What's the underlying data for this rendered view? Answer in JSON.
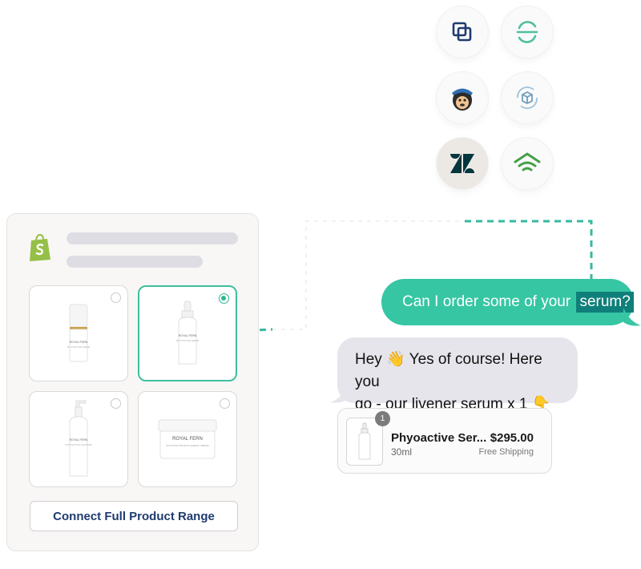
{
  "integrations": [
    {
      "name": "layers-icon",
      "color": "#1f3b6f"
    },
    {
      "name": "segment-icon",
      "color": "#4fbf9f"
    },
    {
      "name": "mailchimp-icon",
      "color": "#1f2937"
    },
    {
      "name": "package-sync-icon",
      "color": "#7aa9c6"
    },
    {
      "name": "zendesk-icon",
      "color": "#03363d"
    },
    {
      "name": "wifi-arrow-icon",
      "color": "#43a047"
    }
  ],
  "products": [
    {
      "brand": "ROYAL FERN",
      "sub": "PHYTOACTIVE CREAM",
      "selected": false
    },
    {
      "brand": "ROYAL FERN",
      "sub": "PHYTOACTIVE SERUM",
      "selected": true
    },
    {
      "brand": "ROYAL FERN",
      "sub": "PHYTOACTIVE CLEANSER",
      "selected": false
    },
    {
      "brand": "ROYAL FERN",
      "sub": "PHYTOACTIVE ANTI-AGEING CREAM",
      "selected": false
    }
  ],
  "connect_button": "Connect Full Product Range",
  "chat": {
    "user_prefix": "Can I order some of your ",
    "user_highlight": "serum?",
    "bot_line1": "Hey 👋 Yes of course! Here you",
    "bot_line2": "go - our livener serum x 1 👇",
    "item": {
      "quantity": "1",
      "name": "Phyoactive Ser...",
      "size": "30ml",
      "price": "$295.00",
      "shipping": "Free Shipping"
    }
  },
  "colors": {
    "accent": "#36c6a3",
    "highlight": "#0f7f7a",
    "shopify": "#95bf47",
    "button_text": "#1f3b6f"
  }
}
